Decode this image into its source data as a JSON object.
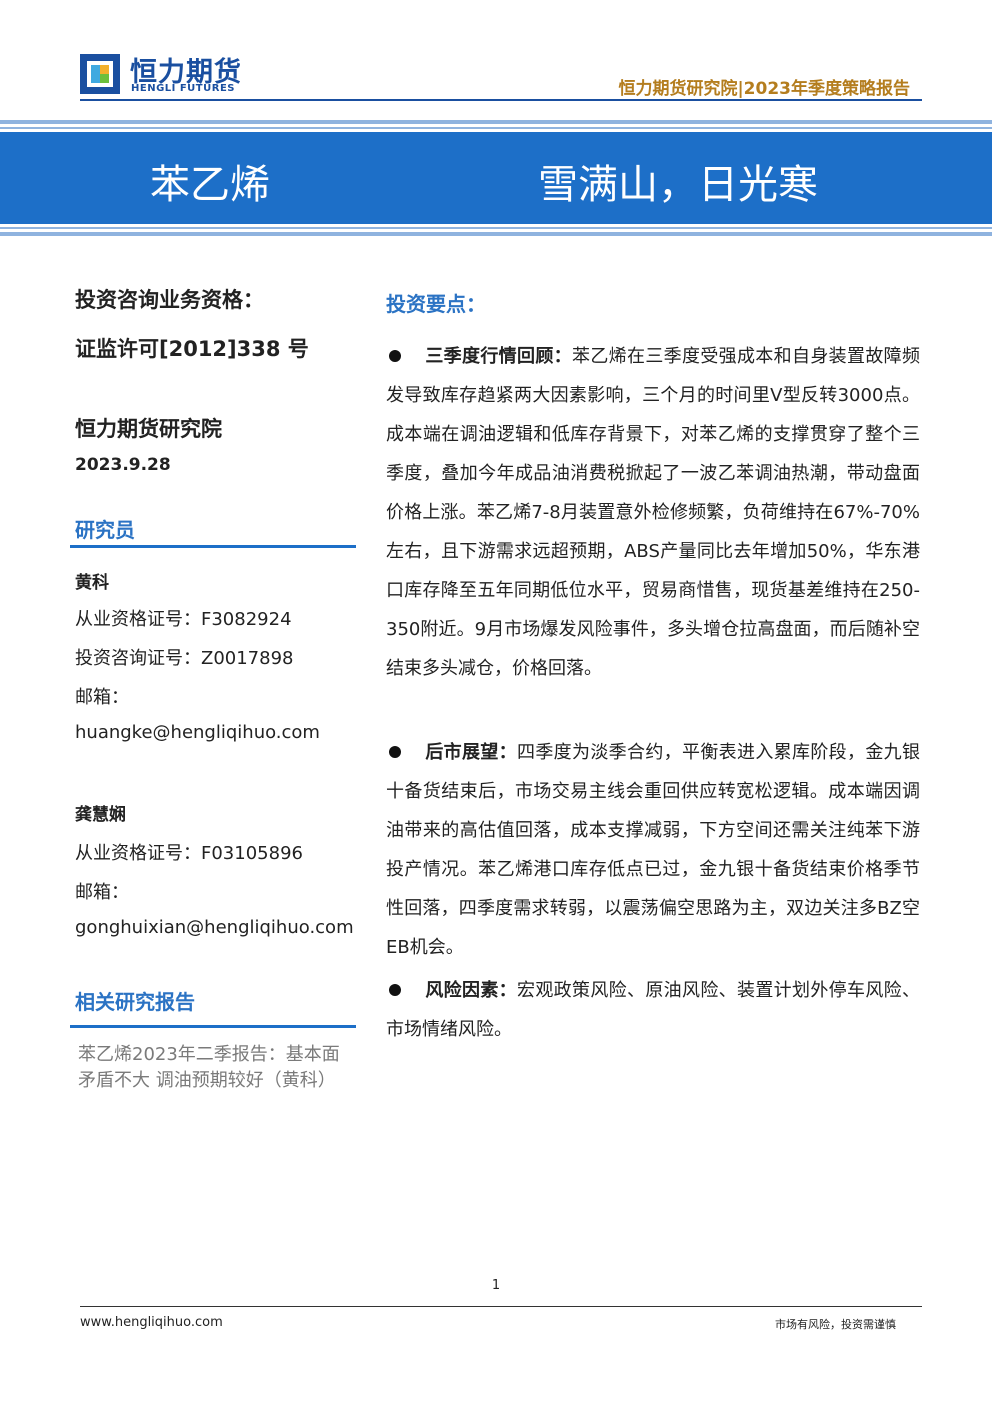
{
  "header": {
    "logo_cn": "恒力期货",
    "logo_en": "HENGLI FUTURES",
    "right_text": "恒力期货研究院|2023年季度策略报告",
    "colors": {
      "brand_blue": "#1a4fa0",
      "gold": "#b47d1e"
    }
  },
  "banner": {
    "left_title": "苯乙烯",
    "right_title": "雪满山，日光寒",
    "color": "#1d6fc8"
  },
  "left": {
    "qualification_label": "投资咨询业务资格：",
    "qualification_no": "证监许可[2012]338 号",
    "institute": "恒力期货研究院",
    "date": "2023.9.28",
    "researchers_title": "研究员",
    "researchers": [
      {
        "name": "黄科",
        "license": "从业资格证号：F3082924",
        "consult": "投资咨询证号：Z0017898",
        "email_label": "邮箱：",
        "email": "huangke@hengliqihuo.com"
      },
      {
        "name": "龚慧娴",
        "license": "从业资格证号：F03105896",
        "email_label": "邮箱：",
        "email": "gonghuixian@hengliqihuo.com"
      }
    ],
    "related_title": "相关研究报告",
    "related_report": "苯乙烯2023年二季报告：基本面矛盾不大 调油预期较好（黄科）"
  },
  "main": {
    "key_points_title": "投资要点：",
    "points": [
      {
        "title": "三季度行情回顾：",
        "text": "苯乙烯在三季度受强成本和自身装置故障频发导致库存趋紧两大因素影响，三个月的时间里V型反转3000点。成本端在调油逻辑和低库存背景下，对苯乙烯的支撑贯穿了整个三季度，叠加今年成品油消费税掀起了一波乙苯调油热潮，带动盘面价格上涨。苯乙烯7-8月装置意外检修频繁，负荷维持在67%-70%左右，且下游需求远超预期，ABS产量同比去年增加50%，华东港口库存降至五年同期低位水平，贸易商惜售，现货基差维持在250-350附近。9月市场爆发风险事件，多头增仓拉高盘面，而后随补空结束多头减仓，价格回落。"
      },
      {
        "title": "后市展望：",
        "text": "四季度为淡季合约，平衡表进入累库阶段，金九银十备货结束后，市场交易主线会重回供应转宽松逻辑。成本端因调油带来的高估值回落，成本支撑减弱，下方空间还需关注纯苯下游投产情况。苯乙烯港口库存低点已过，金九银十备货结束价格季节性回落，四季度需求转弱，以震荡偏空思路为主，双边关注多BZ空EB机会。"
      },
      {
        "title": "风险因素：",
        "text": "宏观政策风险、原油风险、装置计划外停车风险、市场情绪风险。"
      }
    ]
  },
  "footer": {
    "page_number": "1",
    "url": "www.hengliqihuo.com",
    "risk_notice": "市场有风险，投资需谨慎"
  }
}
